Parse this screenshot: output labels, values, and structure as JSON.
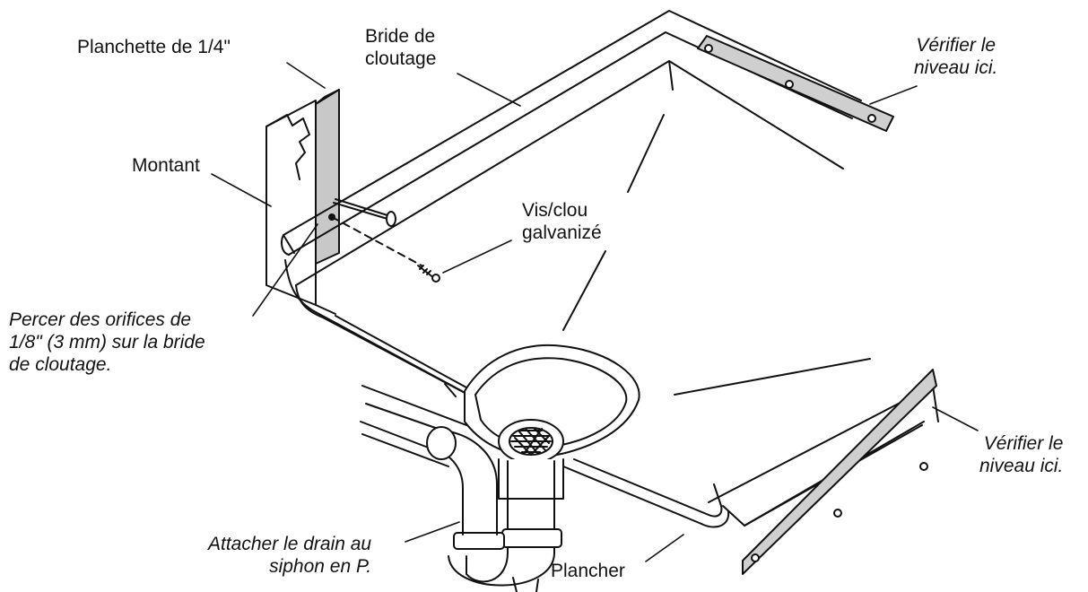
{
  "labels": {
    "planchette": "Planchette de 1/4\"",
    "bride": [
      "Bride de",
      "cloutage"
    ],
    "verifier_top": [
      "Vérifier le",
      "niveau ici."
    ],
    "montant": "Montant",
    "vis": [
      "Vis/clou",
      "galvanizé"
    ],
    "percer": [
      "Percer des orifices de",
      "1/8\" (3 mm) sur la bride",
      "de cloutage."
    ],
    "verifier_bottom": [
      "Vérifier le",
      "niveau ici."
    ],
    "attacher": [
      "Attacher le drain au",
      "siphon en P."
    ],
    "plancher": "Plancher"
  },
  "colors": {
    "line": "#111111",
    "board": "#c8c8c8",
    "level": "#cfcfcf",
    "background": "#ffffff"
  }
}
